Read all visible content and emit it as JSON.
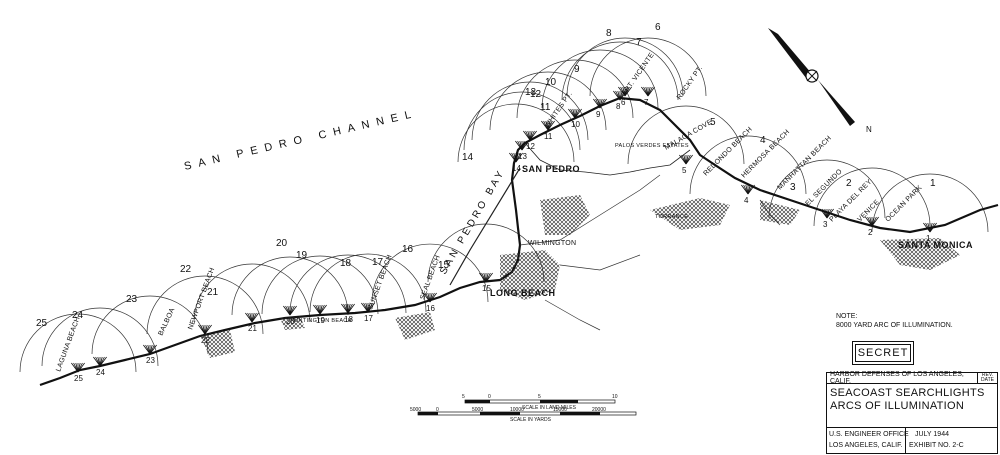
{
  "map": {
    "water_label": "SAN PEDRO CHANNEL",
    "bay_label": "SAN PEDRO BAY",
    "cities": [
      "SAN PEDRO",
      "WILMINGTON",
      "LONG BEACH",
      "SANTA MONICA",
      "HUNTINGTON BEACH",
      "TORRANCE",
      "PALOS VERDES ESTATES"
    ],
    "places": [
      "LAGUNA BEACH",
      "BALBOA",
      "NEWPORT BEACH",
      "SUNSET BEACH",
      "SEAL BEACH",
      "WHITES PT.",
      "PT. VICENTE",
      "ROCKY PT.",
      "MALAGA COVE",
      "REDONDO BEACH",
      "HERMOSA BEACH",
      "MANHATTAN BEACH",
      "EL SEGUNDO",
      "PLAYA DEL REY",
      "VENICE",
      "OCEAN PARK"
    ],
    "searchlight_numbers": [
      "1",
      "2",
      "3",
      "4",
      "5",
      "6",
      "7",
      "8",
      "9",
      "10",
      "11",
      "12",
      "13",
      "14",
      "15",
      "16",
      "17",
      "18",
      "19",
      "20",
      "21",
      "22",
      "23",
      "24",
      "25"
    ],
    "compass_letter": "N"
  },
  "note": {
    "heading": "NOTE:",
    "text": "8000 YARD ARC OF ILLUMINATION."
  },
  "classification": "SECRET",
  "scale": {
    "miles_label": "SCALE IN LAND MILES",
    "miles_ticks": [
      "5",
      "0",
      "5",
      "10"
    ],
    "yards_label": "SCALE IN YARDS",
    "yards_ticks": [
      "5000",
      "0",
      "5000",
      "10000",
      "15000",
      "20000"
    ]
  },
  "title_block": {
    "org": "HARBOR DEFENSES OF LOS ANGELES, CALIF.",
    "rev": "REV. DATE",
    "title_line1": "SEACOAST SEARCHLIGHTS",
    "title_line2": "ARCS OF ILLUMINATION",
    "office_line1": "U.S. ENGINEER OFFICE",
    "office_line2": "LOS ANGELES, CALIF.",
    "date": "JULY 1944",
    "exhibit": "EXHIBIT NO. 2-C"
  }
}
